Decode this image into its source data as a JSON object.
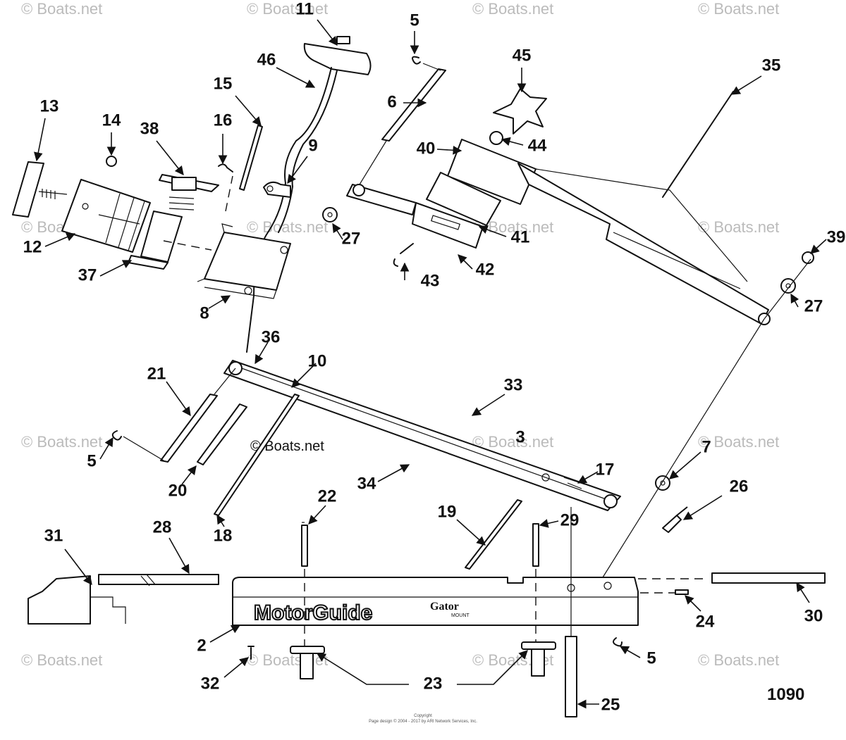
{
  "figure_number": "1090",
  "brand": {
    "name": "MotorGuide",
    "logo_main": "Gator",
    "logo_sub": "MOUNT"
  },
  "watermark": "© Boats.net",
  "copyright": {
    "line1": "Copyright",
    "line2": "Page design © 2004 - 2017 by ARI Network Services, Inc."
  },
  "callouts": [
    {
      "id": "c13",
      "label": "13"
    },
    {
      "id": "c14",
      "label": "14"
    },
    {
      "id": "c38",
      "label": "38"
    },
    {
      "id": "c16",
      "label": "16"
    },
    {
      "id": "c15",
      "label": "15"
    },
    {
      "id": "c46",
      "label": "46"
    },
    {
      "id": "c11",
      "label": "11"
    },
    {
      "id": "c5a",
      "label": "5"
    },
    {
      "id": "c6",
      "label": "6"
    },
    {
      "id": "c9",
      "label": "9"
    },
    {
      "id": "c45",
      "label": "45"
    },
    {
      "id": "c35",
      "label": "35"
    },
    {
      "id": "c40",
      "label": "40"
    },
    {
      "id": "c44",
      "label": "44"
    },
    {
      "id": "c12",
      "label": "12"
    },
    {
      "id": "c37",
      "label": "37"
    },
    {
      "id": "c27a",
      "label": "27"
    },
    {
      "id": "c41",
      "label": "41"
    },
    {
      "id": "c42",
      "label": "42"
    },
    {
      "id": "c43",
      "label": "43"
    },
    {
      "id": "c39",
      "label": "39"
    },
    {
      "id": "c27b",
      "label": "27"
    },
    {
      "id": "c8",
      "label": "8"
    },
    {
      "id": "c36",
      "label": "36"
    },
    {
      "id": "c10",
      "label": "10"
    },
    {
      "id": "c21",
      "label": "21"
    },
    {
      "id": "c33",
      "label": "33"
    },
    {
      "id": "c3",
      "label": "3"
    },
    {
      "id": "c5b",
      "label": "5"
    },
    {
      "id": "c20",
      "label": "20"
    },
    {
      "id": "c34",
      "label": "34"
    },
    {
      "id": "c17",
      "label": "17"
    },
    {
      "id": "c7",
      "label": "7"
    },
    {
      "id": "c18",
      "label": "18"
    },
    {
      "id": "c22",
      "label": "22"
    },
    {
      "id": "c19",
      "label": "19"
    },
    {
      "id": "c29",
      "label": "29"
    },
    {
      "id": "c26",
      "label": "26"
    },
    {
      "id": "c31",
      "label": "31"
    },
    {
      "id": "c28",
      "label": "28"
    },
    {
      "id": "c24",
      "label": "24"
    },
    {
      "id": "c30",
      "label": "30"
    },
    {
      "id": "c2",
      "label": "2"
    },
    {
      "id": "c5c",
      "label": "5"
    },
    {
      "id": "c32",
      "label": "32"
    },
    {
      "id": "c23",
      "label": "23"
    },
    {
      "id": "c25",
      "label": "25"
    }
  ]
}
